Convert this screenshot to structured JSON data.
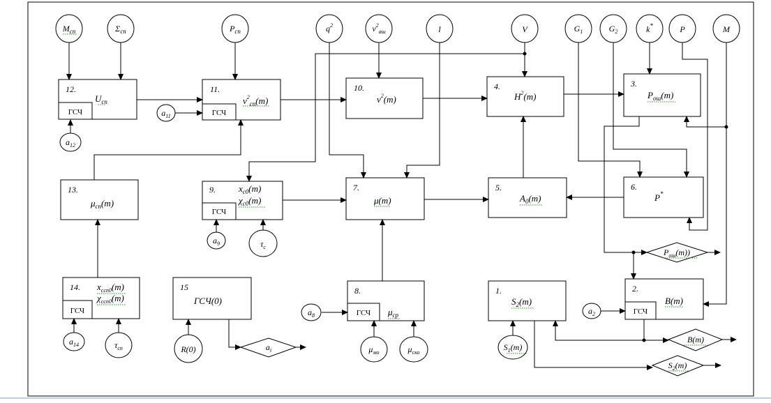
{
  "blocks": {
    "b12": {
      "num": "12.",
      "label": "U",
      "sub": "сп"
    },
    "b11": {
      "num": "11.",
      "label": "v",
      "sup": "2",
      "sub": "сп",
      "tail": "(m)"
    },
    "b10": {
      "num": "10.",
      "label": "v",
      "sup": "2",
      "tail": "(m)"
    },
    "b4": {
      "num": "4.",
      "label": "H",
      "sup": "2",
      "tail": "(m)"
    },
    "b3": {
      "num": "3.",
      "label": "P",
      "sub": "ош",
      "tail": "(m)"
    },
    "b13": {
      "num": "13.",
      "label": "μ",
      "sub": "сп",
      "tail": "(m)"
    },
    "b9": {
      "num": "9.",
      "line1": "x",
      "line1sub": "c0",
      "line1tail": "(m)",
      "line2": "χ",
      "line2sub": "c0",
      "line2tail": "(m)"
    },
    "b7": {
      "num": "7.",
      "label": "μ(m)"
    },
    "b5": {
      "num": "5.",
      "label": "A",
      "sub": "0",
      "tail": "(m)"
    },
    "b6": {
      "num": "6.",
      "label": "P",
      "sup": "*"
    },
    "b14": {
      "num": "14.",
      "line1": "x",
      "line1sub": "ccn0",
      "line1tail": "(m)",
      "line2": "χ",
      "line2sub": "ccn0",
      "line2tail": "(m)"
    },
    "b15": {
      "num": "15",
      "label": "ГСЧ(0)"
    },
    "b8": {
      "num": "8.",
      "label": "μ",
      "sub": "ср"
    },
    "b1": {
      "num": "1.",
      "label": "S",
      "sub": "2",
      "tail": "(m)"
    },
    "b2": {
      "num": "2.",
      "label": "B(m)"
    }
  },
  "gsch_label": "ГСЧ",
  "circles": {
    "m_sp": {
      "main": "M",
      "sub": "сп"
    },
    "sigma_sp": {
      "main": "Σ",
      "sub": "сп"
    },
    "p_sp": {
      "main": "P",
      "sub": "сп"
    },
    "q2": {
      "main": "q",
      "sup": "2"
    },
    "v2ash": {
      "main": "v",
      "sup": "2",
      "sub": "аш"
    },
    "l": {
      "main": "l"
    },
    "v": {
      "main": "V"
    },
    "g1": {
      "main": "G",
      "sub": "1"
    },
    "g2": {
      "main": "G",
      "sub": "2"
    },
    "kstar": {
      "main": "k",
      "sup": "*"
    },
    "p": {
      "main": "P"
    },
    "m": {
      "main": "M"
    },
    "a12": {
      "main": "a",
      "sub": "12"
    },
    "a11": {
      "main": "a",
      "sub": "11"
    },
    "a9": {
      "main": "a",
      "sub": "9"
    },
    "tau_c": {
      "main": "τ",
      "sub": "c"
    },
    "a14": {
      "main": "a",
      "sub": "14"
    },
    "tau_cn": {
      "main": "τ",
      "sub": "сп"
    },
    "r0": {
      "main": "R(0)"
    },
    "a8": {
      "main": "a",
      "sub": "8"
    },
    "mu_mo": {
      "main": "μ",
      "sub": "мо"
    },
    "mu_sko": {
      "main": "μ",
      "sub": "ско"
    },
    "s1": {
      "main": "S",
      "sub": "1",
      "tail": "(m)"
    },
    "a2": {
      "main": "a",
      "sub": "2"
    }
  },
  "outputs": {
    "ai": {
      "main": "a",
      "sub": "i"
    },
    "p_osh": {
      "main": "P",
      "sub": "ош",
      "tail": "(m))"
    },
    "b": {
      "main": "B(m)"
    },
    "s2": {
      "main": "S",
      "sub": "2",
      "tail": "(m)"
    }
  }
}
